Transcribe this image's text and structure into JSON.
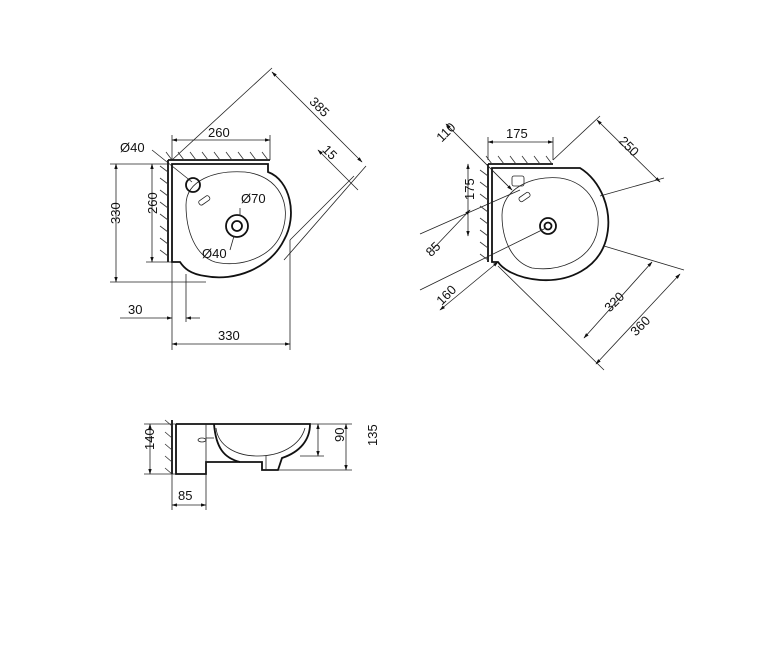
{
  "colors": {
    "line": "#111111",
    "background": "#ffffff"
  },
  "top_view": {
    "d_tap_hole": "Ø40",
    "width_back": "260",
    "diag_total": "385",
    "offset": "15",
    "depth_outer": "330",
    "depth_inner": "260",
    "d_drain": "Ø70",
    "d_drain_inner": "Ø40",
    "tap_offset": "30",
    "width_total": "330"
  },
  "angled_view": {
    "dim_110": "110",
    "dim_175_top": "175",
    "dim_250": "250",
    "dim_175_side": "175",
    "dim_85": "85",
    "dim_160": "160",
    "dim_320": "320",
    "dim_360": "360"
  },
  "side_view": {
    "height_total": "140",
    "bowl_depth": "90",
    "height_front": "135",
    "drain_offset": "85"
  }
}
